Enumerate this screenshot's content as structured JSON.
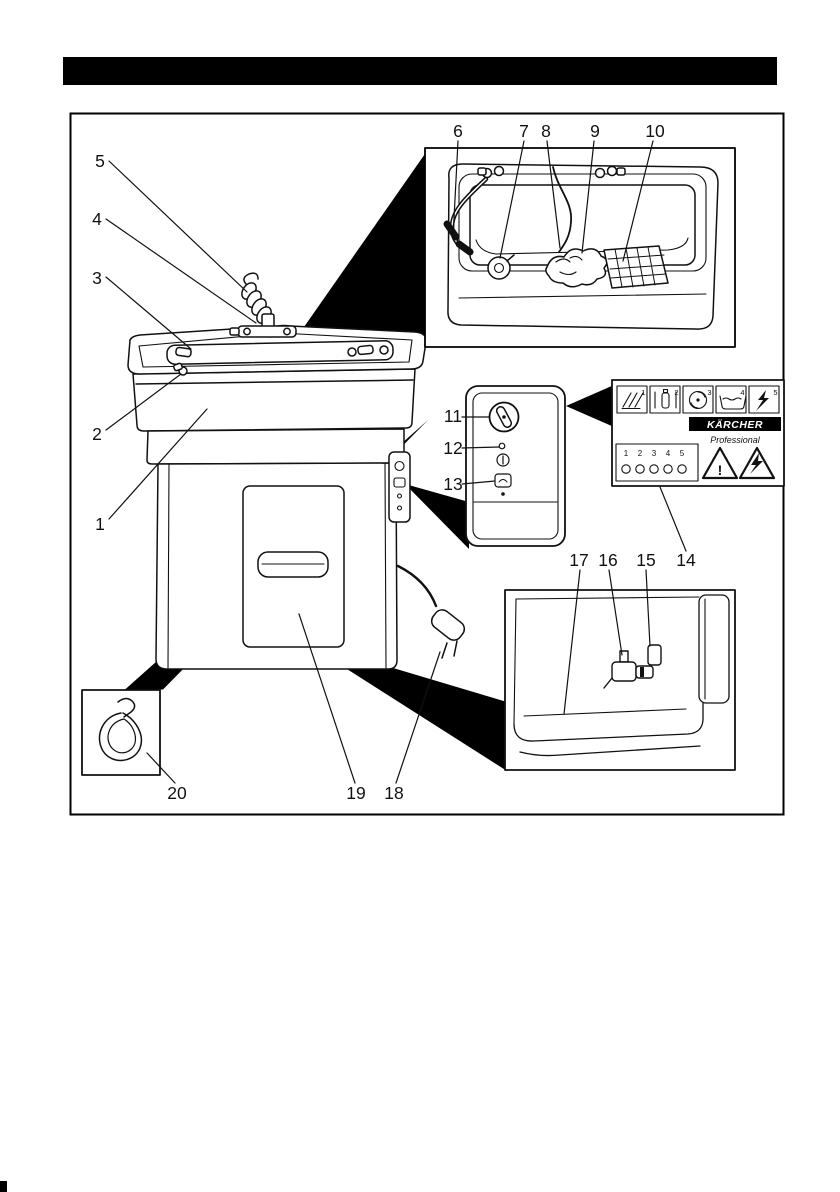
{
  "page": {
    "background": "#ffffff",
    "ink": "#111111",
    "header_bar_color": "#000000"
  },
  "figure": {
    "callouts": [
      "1",
      "2",
      "3",
      "4",
      "5",
      "6",
      "7",
      "8",
      "9",
      "10",
      "11",
      "12",
      "13",
      "14",
      "15",
      "16",
      "17",
      "18",
      "19",
      "20"
    ],
    "sticker": {
      "pictograms": [
        {
          "index": "1",
          "icon": "spray-jets-icon"
        },
        {
          "index": "2",
          "icon": "detergent-bottle-icon"
        },
        {
          "index": "3",
          "icon": "pump-rotor-icon"
        },
        {
          "index": "4",
          "icon": "wash-basin-icon"
        },
        {
          "index": "5",
          "icon": "voltage-bolt-icon"
        }
      ],
      "brand": "KÄRCHER",
      "brand_line": "Professional",
      "led_numbers": [
        "1",
        "2",
        "3",
        "4",
        "5"
      ],
      "warning_mark": "!",
      "warning_icons": [
        "exclamation-warning-icon",
        "electric-shock-warning-icon"
      ]
    }
  }
}
